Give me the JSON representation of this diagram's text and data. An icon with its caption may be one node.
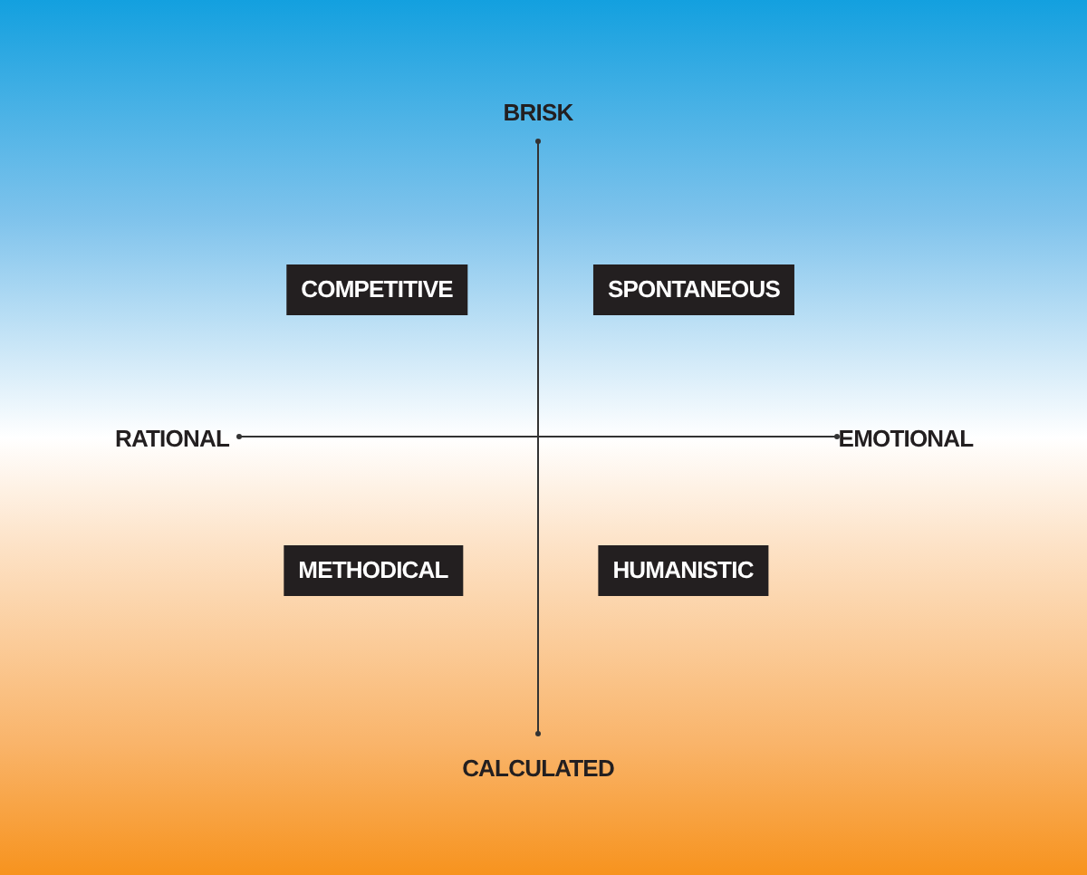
{
  "diagram": {
    "nodes": [
      {
        "text": [
          "COMPETITIVE"
        ]
      },
      {
        "text": [
          "SPONTANEOUS"
        ]
      },
      {
        "text": [
          "METHODICAL"
        ]
      },
      {
        "text": [
          "HUMANISTIC"
        ]
      }
    ],
    "edges": [],
    "labels": [
      "BRISK",
      "RATIONAL",
      "EMOTIONAL",
      "CALCULATED"
    ]
  }
}
